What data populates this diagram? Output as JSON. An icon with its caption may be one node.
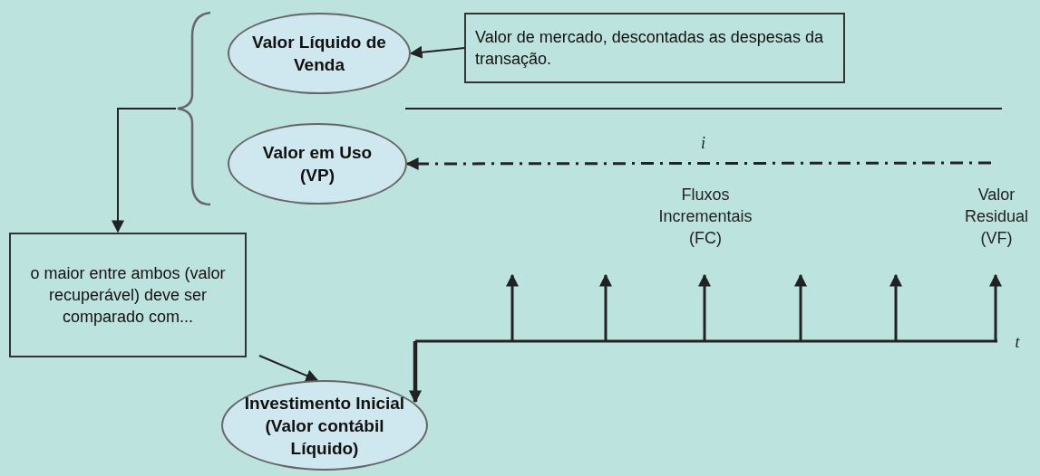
{
  "diagram": {
    "nodes": [
      {
        "text": [
          "Valor Líquido de Venda"
        ]
      },
      {
        "text": [
          "Valor de mercado, descontadas as despesas da transação."
        ]
      },
      {
        "text": [
          "Valor em Uso (VP)"
        ]
      },
      {
        "text": [
          "o maior entre ambos (valor recuperável) deve ser comparado com..."
        ]
      },
      {
        "text": [
          "Investimento Inicial (Valor contábil Líquido)"
        ]
      }
    ],
    "edges": [
      {
        "from": 1,
        "to": 0,
        "arrow": "to"
      },
      {
        "from": null,
        "to": 2,
        "arrow": "to",
        "style": "dashed",
        "label": "i"
      },
      {
        "from": 0,
        "to": 3,
        "arrow": "to"
      },
      {
        "from": 2,
        "to": 3,
        "arrow": "to"
      },
      {
        "from": 3,
        "to": 4,
        "arrow": "to"
      },
      {
        "from": null,
        "to": 4,
        "arrow": "to",
        "style": "thick"
      }
    ],
    "labels": [
      "Fluxos Incrementais (FC)",
      "Valor Residual (VF)",
      "t"
    ]
  }
}
